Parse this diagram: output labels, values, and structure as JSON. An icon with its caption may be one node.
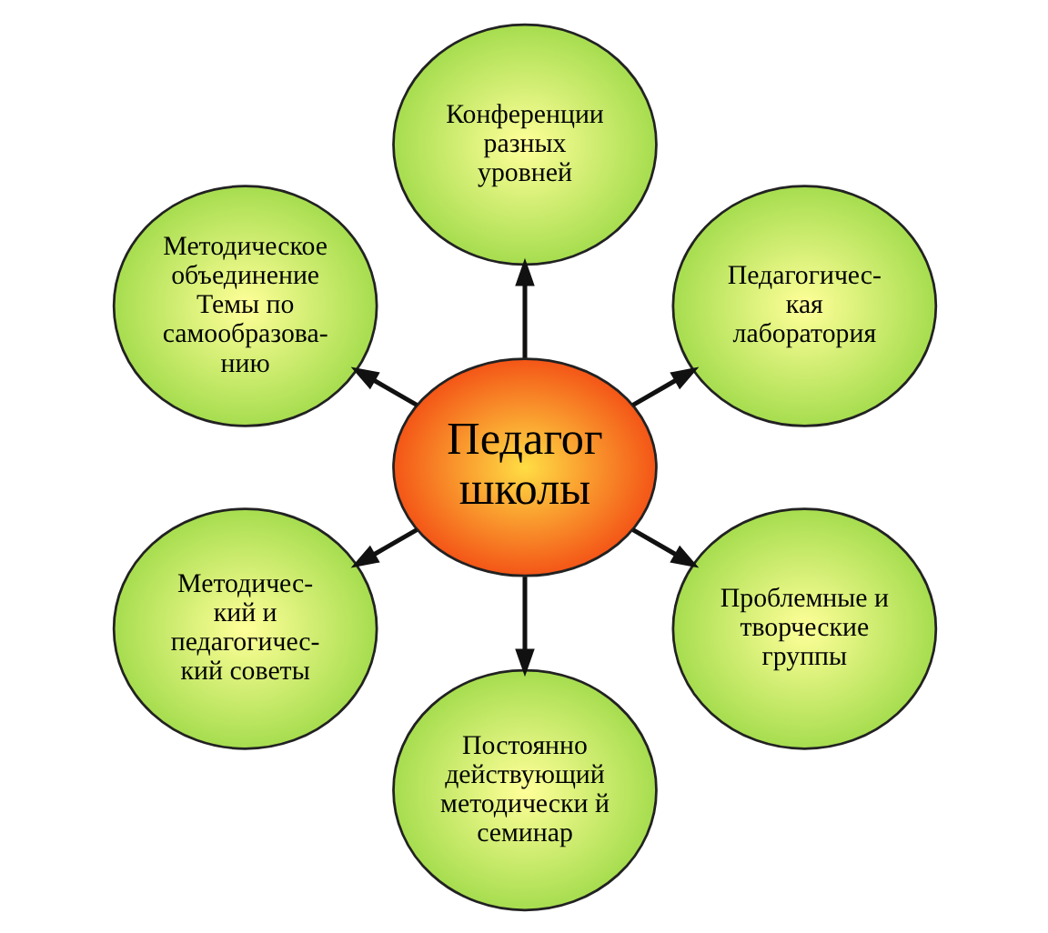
{
  "diagram": {
    "nodes": [
      {
        "text": [
          "Конференции разных уровней"
        ]
      },
      {
        "text": [
          "Методическое объединение Темы по самообразова- нию"
        ]
      },
      {
        "text": [
          "Педагогичес- кая лаборатория"
        ]
      },
      {
        "text": [
          "Педагог школы"
        ]
      },
      {
        "text": [
          "Методичес- кий и педагогичес- кий советы"
        ]
      },
      {
        "text": [
          "Проблемные и творческие группы"
        ]
      },
      {
        "text": [
          "Постоянно действующий методически й семинар"
        ]
      }
    ],
    "edges": [
      {
        "from": 3,
        "to": 0,
        "arrow": "to"
      },
      {
        "from": 3,
        "to": 2,
        "arrow": "to"
      },
      {
        "from": 3,
        "to": 5,
        "arrow": "to"
      },
      {
        "from": 3,
        "to": 6,
        "arrow": "to"
      },
      {
        "from": 3,
        "to": 4,
        "arrow": "to"
      },
      {
        "from": 3,
        "to": 1,
        "arrow": "to"
      }
    ]
  }
}
